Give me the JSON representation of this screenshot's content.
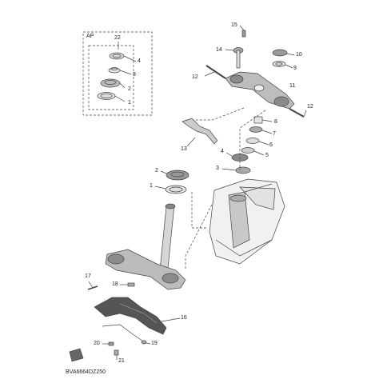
{
  "diagram": {
    "inset_label": "AP",
    "drawing_code": "BVA6664DZ250",
    "callouts": [
      "1",
      "2",
      "3",
      "4",
      "5",
      "6",
      "7",
      "8",
      "9",
      "10",
      "11",
      "12",
      "13",
      "14",
      "15",
      "16",
      "17",
      "18",
      "19",
      "20",
      "21",
      "22"
    ]
  }
}
